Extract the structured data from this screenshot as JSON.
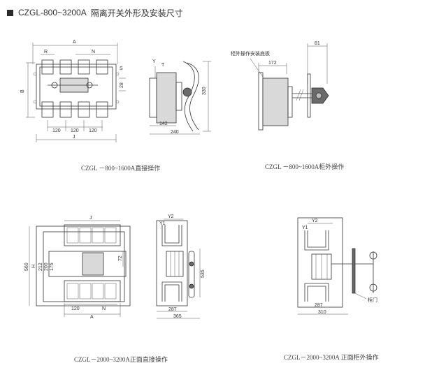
{
  "header": {
    "model": "CZGL-800~3200A",
    "subtitle": "隔离开关外形及安装尺寸"
  },
  "figures": [
    {
      "id": "fig1",
      "caption": "CZGL －800~1600A直接操作",
      "dims": [
        "A",
        "R",
        "N",
        "S",
        "B",
        "28",
        "120",
        "120",
        "120",
        "J"
      ]
    },
    {
      "id": "fig2",
      "dims": [
        "Y",
        "T",
        "330",
        "142",
        "240"
      ]
    },
    {
      "id": "fig3",
      "caption": "CZGL －800~1600A柜外操作",
      "dims": [
        "81",
        "柜外操作安装底板",
        "172"
      ]
    },
    {
      "id": "fig4",
      "caption": "CZGL－2000~3200A正面直接操作",
      "dims": [
        "J",
        "560",
        "H",
        "212",
        "200",
        "175",
        "72",
        "120",
        "N",
        "A"
      ]
    },
    {
      "id": "fig5",
      "dims": [
        "Y2",
        "Y1",
        "535",
        "287",
        "365"
      ]
    },
    {
      "id": "fig6",
      "caption": "CZGL－2000~3200A 正面柜外操作",
      "dims": [
        "Y2",
        "Y1",
        "287",
        "310",
        "柜门"
      ]
    }
  ]
}
